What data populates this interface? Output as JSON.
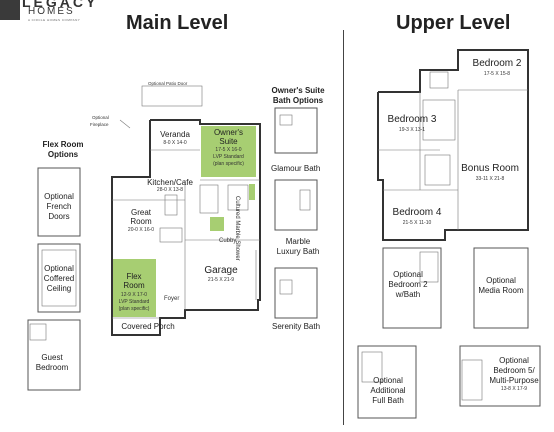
{
  "logo": {
    "line1": "LEGACY",
    "line2": "HOMES",
    "line3": "A CIRCLE HOMES COMPANY"
  },
  "headings": {
    "main": "Main Level",
    "upper": "Upper Level"
  },
  "callouts": {
    "patio_door": "Optional Patio Door",
    "fireplace_1": "Optional",
    "fireplace_2": "Fireplace",
    "flex_options_1": "Flex Room",
    "flex_options_2": "Options",
    "bath_options_1": "Owner's Suite",
    "bath_options_2": "Bath Options",
    "glamour": "Glamour Bath",
    "marble_1": "Marble",
    "marble_2": "Luxury Bath",
    "serenity": "Serenity Bath",
    "shower": "Cultured Marble Shower",
    "cubby": "Cubby",
    "foyer": "Foyer"
  },
  "main_rooms": {
    "veranda": {
      "name": "Veranda",
      "dim": "8-0 X 14-0"
    },
    "owners": {
      "name1": "Owner's",
      "name2": "Suite",
      "dim": "17-5 X 16-0",
      "note1": "LVP Standard",
      "note2": "(plan specific)"
    },
    "kitchen": {
      "name": "Kitchen/Cafe",
      "dim": "28-0 X 13-8"
    },
    "great": {
      "name1": "Great",
      "name2": "Room",
      "dim": "20-0 X 16-0"
    },
    "flex": {
      "name1": "Flex",
      "name2": "Room",
      "dim": "12-9 X 17-0",
      "note1": "LVP Standard",
      "note2": "(plan specific)"
    },
    "garage": {
      "name": "Garage",
      "dim": "21-5 X 21-9"
    },
    "porch": {
      "name": "Covered Porch"
    }
  },
  "flex_options": {
    "french_1": "Optional",
    "french_2": "French",
    "french_3": "Doors",
    "coffered_1": "Optional",
    "coffered_2": "Coffered",
    "coffered_3": "Ceiling",
    "guest_1": "Guest",
    "guest_2": "Bedroom"
  },
  "upper_rooms": {
    "bed2": {
      "name": "Bedroom 2",
      "dim": "17-5 X 15-8"
    },
    "bed3": {
      "name": "Bedroom 3",
      "dim": "19-3 X 13-1"
    },
    "bonus": {
      "name": "Bonus Room",
      "dim": "33-11 X 21-8"
    },
    "bed4": {
      "name": "Bedroom 4",
      "dim": "21-5 X 11-10"
    },
    "opt_bed2_1": "Optional",
    "opt_bed2_2": "Bedroom 2",
    "opt_bed2_3": "w/Bath",
    "media_1": "Optional",
    "media_2": "Media Room",
    "add_bath_1": "Optional",
    "add_bath_2": "Additional",
    "add_bath_3": "Full Bath",
    "bed5_1": "Optional",
    "bed5_2": "Bedroom 5/",
    "bed5_3": "Multi-Purpose",
    "bed5_dim": "13-8 X 17-9"
  }
}
